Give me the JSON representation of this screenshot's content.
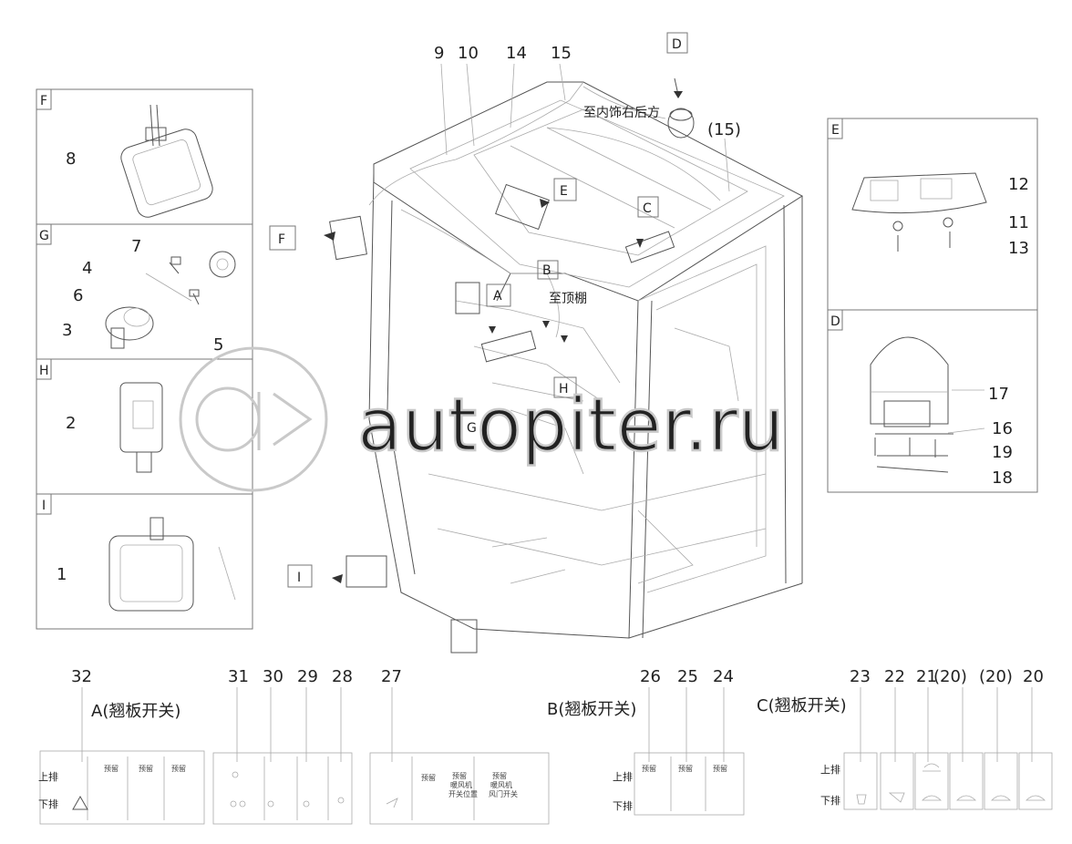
{
  "panels_left": [
    {
      "letter": "F",
      "numbers": [
        "8"
      ]
    },
    {
      "letter": "G",
      "numbers": [
        "7",
        "4",
        "6",
        "3",
        "5"
      ]
    },
    {
      "letter": "H",
      "numbers": [
        "2"
      ]
    },
    {
      "letter": "I",
      "numbers": [
        "1"
      ]
    }
  ],
  "panels_right": [
    {
      "letter": "E",
      "numbers": [
        "12",
        "11",
        "13"
      ]
    },
    {
      "letter": "D",
      "numbers": [
        "17",
        "16",
        "19",
        "18"
      ]
    }
  ],
  "top_numbers": [
    "9",
    "10",
    "14",
    "15"
  ],
  "paren_15": "(15)",
  "callouts": {
    "D": "D",
    "E": "E",
    "C": "C",
    "F": "F",
    "B": "B",
    "A": "A",
    "H": "H",
    "G": "G",
    "I": "I"
  },
  "notes": {
    "to_interior_right_rear": "至内饰右后方",
    "to_roof": "至顶棚"
  },
  "watermark": "autopiter.ru",
  "switch_groups": {
    "A": {
      "title": "A(翘板开关)",
      "numbers": [
        "32",
        "31",
        "30",
        "29",
        "28",
        "27"
      ]
    },
    "B": {
      "title": "B(翘板开关)",
      "numbers": [
        "26",
        "25",
        "24"
      ]
    },
    "C": {
      "title": "C(翘板开关)",
      "numbers": [
        "23",
        "22",
        "21",
        "(20)",
        "(20)",
        "20"
      ]
    }
  },
  "row_labels": {
    "upper": "上排",
    "lower": "下排"
  },
  "reserved": "预留",
  "fan_pos": [
    "预留",
    "暖风机",
    "开关位置"
  ],
  "fan_door": [
    "预留",
    "暖风机",
    "风门开关"
  ]
}
